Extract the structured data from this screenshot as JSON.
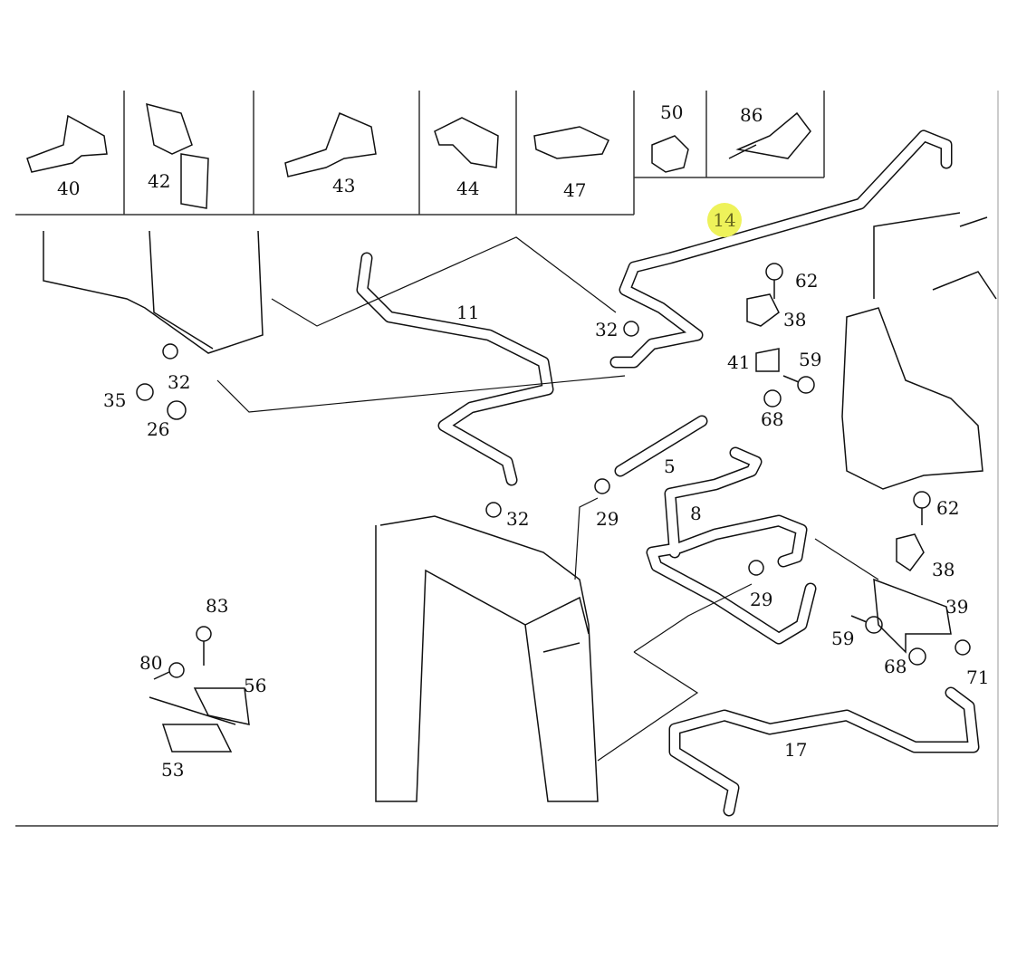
{
  "header_parts": [
    "40",
    "42",
    "43",
    "44",
    "47",
    "50",
    "86"
  ],
  "callouts": {
    "p14": "14",
    "p11": "11",
    "p32a": "32",
    "p62a": "62",
    "p38a": "38",
    "p41": "41",
    "p59a": "59",
    "p68a": "68",
    "p35": "35",
    "p32b": "32",
    "p26": "26",
    "p5": "5",
    "p32c": "32",
    "p29a": "29",
    "p8": "8",
    "p62b": "62",
    "p38b": "38",
    "p39": "39",
    "p29b": "29",
    "p59b": "59",
    "p68b": "68",
    "p71": "71",
    "p83": "83",
    "p80": "80",
    "p56": "56",
    "p53": "53",
    "p17": "17"
  },
  "colors": {
    "highlight": "#eef25a",
    "line": "#111111",
    "frame": "#cccccc"
  }
}
